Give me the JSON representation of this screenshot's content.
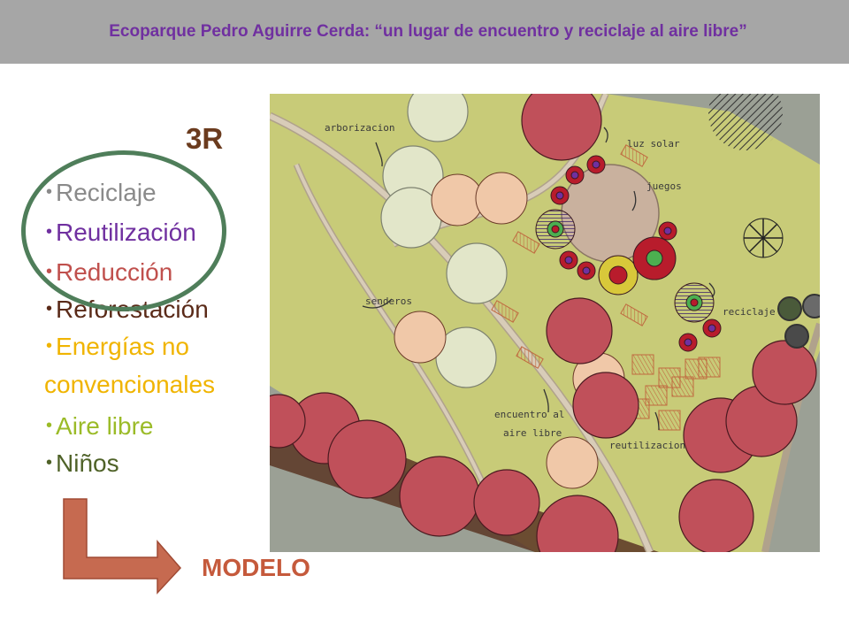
{
  "header": {
    "title": "Ecoparque Pedro Aguirre Cerda: “un lugar de encuentro y reciclaje al aire libre”"
  },
  "concept": {
    "heading": "3R",
    "items": [
      {
        "label": "Reciclaje",
        "color": "#8a8a8a"
      },
      {
        "label": "Reutilización",
        "color": "#7030a0"
      },
      {
        "label": "Reducción",
        "color": "#c0504d"
      },
      {
        "label": "Reforestación",
        "color": "#5a2a18"
      },
      {
        "label": "Energías no",
        "color": "#f0b400"
      },
      {
        "label": "convencionales",
        "color": "#f0b400"
      },
      {
        "label": "Aire libre",
        "color": "#9bbb28"
      },
      {
        "label": "Niños",
        "color": "#4f6228"
      }
    ]
  },
  "plan": {
    "labels": {
      "arborizacion": "arborizacion",
      "luz_solar": "luz solar",
      "juegos": "juegos",
      "senderos": "senderos",
      "reciclaje": "reciclaje",
      "encuentro_line1": "encuentro al",
      "encuentro_line2": "aire libre",
      "reutilizacion": "reutilizacion"
    }
  },
  "result": {
    "label": "MODELO"
  }
}
